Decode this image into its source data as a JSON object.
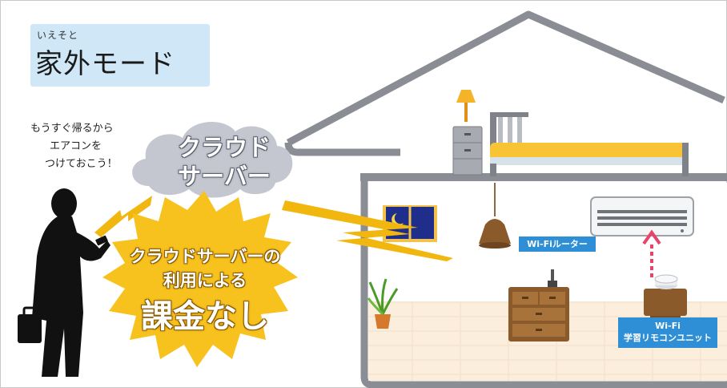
{
  "title": {
    "ruby": "いえそと",
    "main": "家外モード"
  },
  "speech": {
    "line1": "もうすぐ帰るから",
    "line2": "エアコンを",
    "line3": "つけておこう！"
  },
  "cloud": {
    "line1": "クラウド",
    "line2": "サーバー"
  },
  "burst": {
    "line1": "クラウドサーバーの",
    "line2": "利用による",
    "line3": "課金なし"
  },
  "labels": {
    "router": "Wi-Fiルーター",
    "remote_line1": "Wi-Fi",
    "remote_line2": "学習リモコンユニット"
  },
  "colors": {
    "title_bg": "#cfe7f7",
    "cloud": "#c4c7cf",
    "burst": "#f7c21e",
    "lightning": "#f2b70f",
    "label_blue": "#2e8fd6",
    "floor": "#fbeedd",
    "infrared": "#e8446a"
  }
}
